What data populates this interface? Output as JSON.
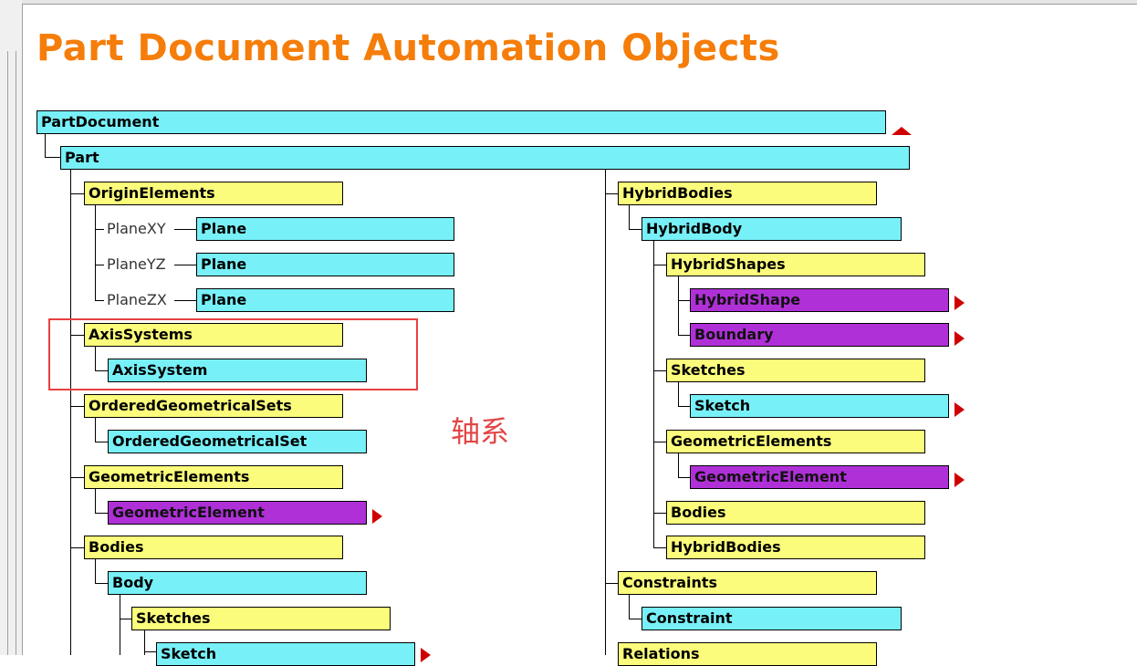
{
  "title": "Part Document Automation Objects",
  "annotation": "轴系",
  "nodes": {
    "partdocument": "PartDocument",
    "part": "Part",
    "originelements": "OriginElements",
    "plane_xy": "Plane",
    "plane_yz": "Plane",
    "plane_zx": "Plane",
    "axissystems": "AxisSystems",
    "axissystem": "AxisSystem",
    "orderedgeometricalsets": "OrderedGeometricalSets",
    "orderedgeometricalset": "OrderedGeometricalSet",
    "geometricelements_left": "GeometricElements",
    "geometricelement_left": "GeometricElement",
    "bodies_left": "Bodies",
    "body_left": "Body",
    "sketches_left": "Sketches",
    "sketch_left": "Sketch",
    "hybridbodies_top": "HybridBodies",
    "hybridbody": "HybridBody",
    "hybridshapes": "HybridShapes",
    "hybridshape": "HybridShape",
    "boundary": "Boundary",
    "sketches_right": "Sketches",
    "sketch_right": "Sketch",
    "geometricelements_right": "GeometricElements",
    "geometricelement_right": "GeometricElement",
    "bodies_right": "Bodies",
    "hybridbodies_nested": "HybridBodies",
    "constraints": "Constraints",
    "constraint": "Constraint",
    "relations": "Relations"
  },
  "edge_labels": {
    "planexy": "PlaneXY",
    "planeyz": "PlaneYZ",
    "planezx": "PlaneZX"
  },
  "colors": {
    "title": "#f57d0a",
    "collection_node": "#fcfc7c",
    "object_node": "#78f0f8",
    "abstract_node": "#b030d8",
    "highlight": "#e84040",
    "annotation": "#e24545"
  }
}
